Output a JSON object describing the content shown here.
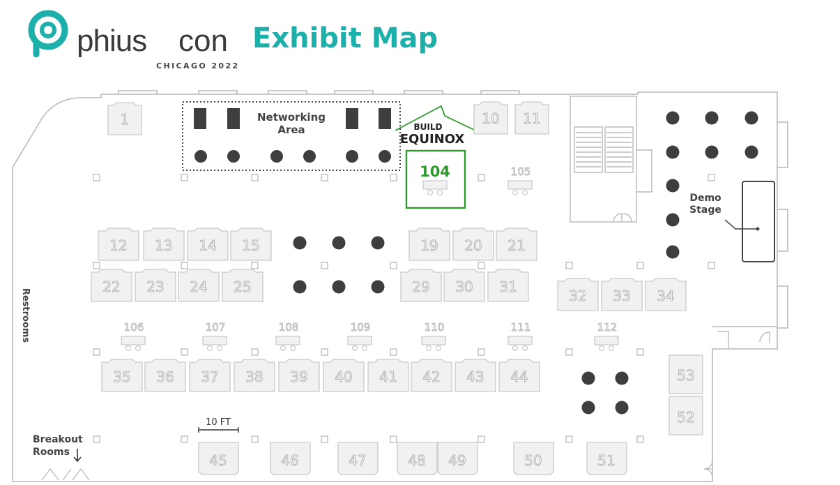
{
  "header": {
    "brand_name": "phius",
    "brand_suffix": "con",
    "brand_sub": "CHICAGO 2022",
    "title": "Exhibit Map",
    "brand_color": "#1dafaa"
  },
  "labels": {
    "networking_line1": "Networking",
    "networking_line2": "Area",
    "demo_line1": "Demo",
    "demo_line2": "Stage",
    "restrooms": "Restrooms",
    "breakout_line1": "Breakout",
    "breakout_line2": "Rooms",
    "scale": "10 FT"
  },
  "highlight": {
    "booth": "104",
    "sponsor_line1": "BUILD",
    "sponsor_line2": "EQUINOX",
    "color": "#2e9b2e"
  },
  "booths": {
    "b1": "1",
    "b10": "10",
    "b11": "11",
    "b12": "12",
    "b13": "13",
    "b14": "14",
    "b15": "15",
    "b19": "19",
    "b20": "20",
    "b21": "21",
    "b22": "22",
    "b23": "23",
    "b24": "24",
    "b25": "25",
    "b29": "29",
    "b30": "30",
    "b31": "31",
    "b32": "32",
    "b33": "33",
    "b34": "34",
    "b35": "35",
    "b36": "36",
    "b37": "37",
    "b38": "38",
    "b39": "39",
    "b40": "40",
    "b41": "41",
    "b42": "42",
    "b43": "43",
    "b44": "44",
    "b45": "45",
    "b46": "46",
    "b47": "47",
    "b48": "48",
    "b49": "49",
    "b50": "50",
    "b51": "51",
    "b52": "52",
    "b53": "53"
  },
  "tables": {
    "t105": "105",
    "t106": "106",
    "t107": "107",
    "t108": "108",
    "t109": "109",
    "t110": "110",
    "t111": "111",
    "t112": "112"
  }
}
